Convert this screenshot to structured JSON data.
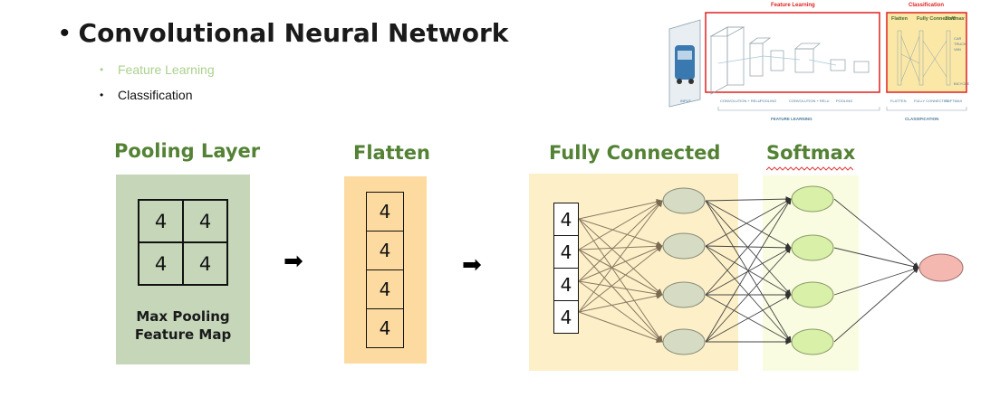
{
  "slide": {
    "title": "Convolutional Neural Network",
    "bullet_symbol": "•",
    "sub_bullet_symbol": "•",
    "bullets": [
      "Feature Learning",
      "Classification"
    ],
    "colors": {
      "active_bullet": "#111111",
      "dim_bullet": "#a9d18e",
      "heading_green": "#548235"
    }
  },
  "sections": {
    "pooling": {
      "heading": "Pooling Layer",
      "grid_values": [
        "4",
        "4",
        "4",
        "4"
      ],
      "caption_line1": "Max Pooling",
      "caption_line2": "Feature Map",
      "panel_color": "#c5d6b9"
    },
    "flatten": {
      "heading": "Flatten",
      "values": [
        "4",
        "4",
        "4",
        "4"
      ],
      "panel_color": "#fddaa0"
    },
    "fully_connected": {
      "heading": "Fully Connected",
      "input_values": [
        "4",
        "4",
        "4",
        "4"
      ],
      "hidden_nodes": 4,
      "node_color": "#d6dcc4",
      "panel_color": "#fdf0c8"
    },
    "softmax": {
      "heading": "Softmax",
      "nodes": 4,
      "node_color": "#d9f0a8",
      "output_nodes": 1,
      "output_color": "#f4b8b0",
      "panel_color": "#f9fce0"
    }
  },
  "arrows": [
    "➡",
    "➡"
  ],
  "thumbnail": {
    "feature_learning_title": "Feature Learning",
    "classification_title": "Classification",
    "col_labels": [
      "Flatten",
      "Fully Connected",
      "Softmax"
    ],
    "bottom_labels": [
      "INPUT",
      "CONVOLUTION + RELU",
      "POOLING",
      "CONVOLUTION + RELU",
      "POOLING",
      "FLATTEN",
      "FULLY CONNECTED",
      "SOFTMAX"
    ],
    "section_labels": [
      "FEATURE LEARNING",
      "CLASSIFICATION"
    ],
    "class_labels": [
      "CAR",
      "TRUCK",
      "VAN",
      "BICYCLE"
    ],
    "highlight_color": "#e02020"
  }
}
